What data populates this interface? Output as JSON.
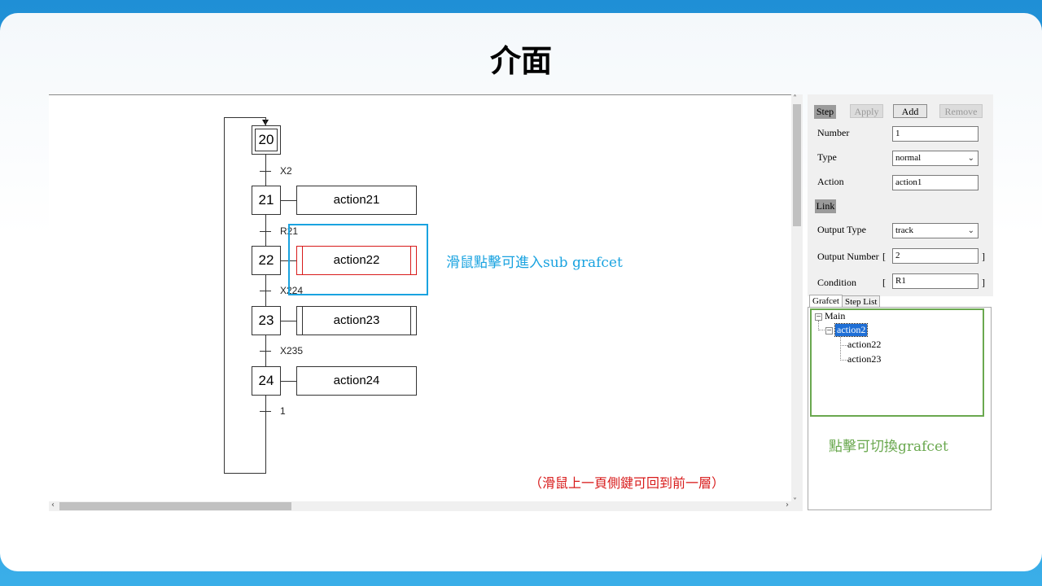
{
  "slide": {
    "title": "介面"
  },
  "grafcet": {
    "steps": [
      {
        "id": "20",
        "initial": true
      },
      {
        "id": "21"
      },
      {
        "id": "22"
      },
      {
        "id": "23"
      },
      {
        "id": "24"
      }
    ],
    "transitions": [
      "X2",
      "R21",
      "X224",
      "X235",
      "1"
    ],
    "actions": [
      {
        "label": "action21",
        "kind": "normal"
      },
      {
        "label": "action22",
        "kind": "macro",
        "highlight": "#d81b1b"
      },
      {
        "label": "action23",
        "kind": "macro"
      },
      {
        "label": "action24",
        "kind": "normal"
      }
    ]
  },
  "annotations": {
    "subgrafcet_hint": "滑鼠點擊可進入sub grafcet",
    "back_hint": "（滑鼠上一頁側鍵可回到前一層）",
    "switch_hint": "點擊可切換grafcet"
  },
  "panel": {
    "step_section": "Step",
    "buttons": {
      "apply": "Apply",
      "add": "Add",
      "remove": "Remove"
    },
    "number_label": "Number",
    "number_value": "1",
    "type_label": "Type",
    "type_value": "normal",
    "action_label": "Action",
    "action_value": "action1",
    "link_section": "Link",
    "output_type_label": "Output Type",
    "output_type_value": "track",
    "output_number_label": "Output Number",
    "output_number_value": "2",
    "condition_label": "Condition",
    "condition_value": "R1",
    "bracket_open": "[",
    "bracket_close": "]"
  },
  "tabs": {
    "grafcet": "Grafcet",
    "step_list": "Step List"
  },
  "tree": {
    "root": "Main",
    "child": "action2",
    "grandchildren": [
      "action22",
      "action23"
    ]
  },
  "colors": {
    "blue": "#1aa3e0",
    "green": "#6aa84f",
    "red": "#d81b1b",
    "selection": "#1f6fd6"
  },
  "icons": {
    "scroll_left": "‹",
    "scroll_right": "›",
    "scroll_up": "˄",
    "scroll_down": "˅",
    "collapse": "−",
    "dropdown": "⌄"
  }
}
